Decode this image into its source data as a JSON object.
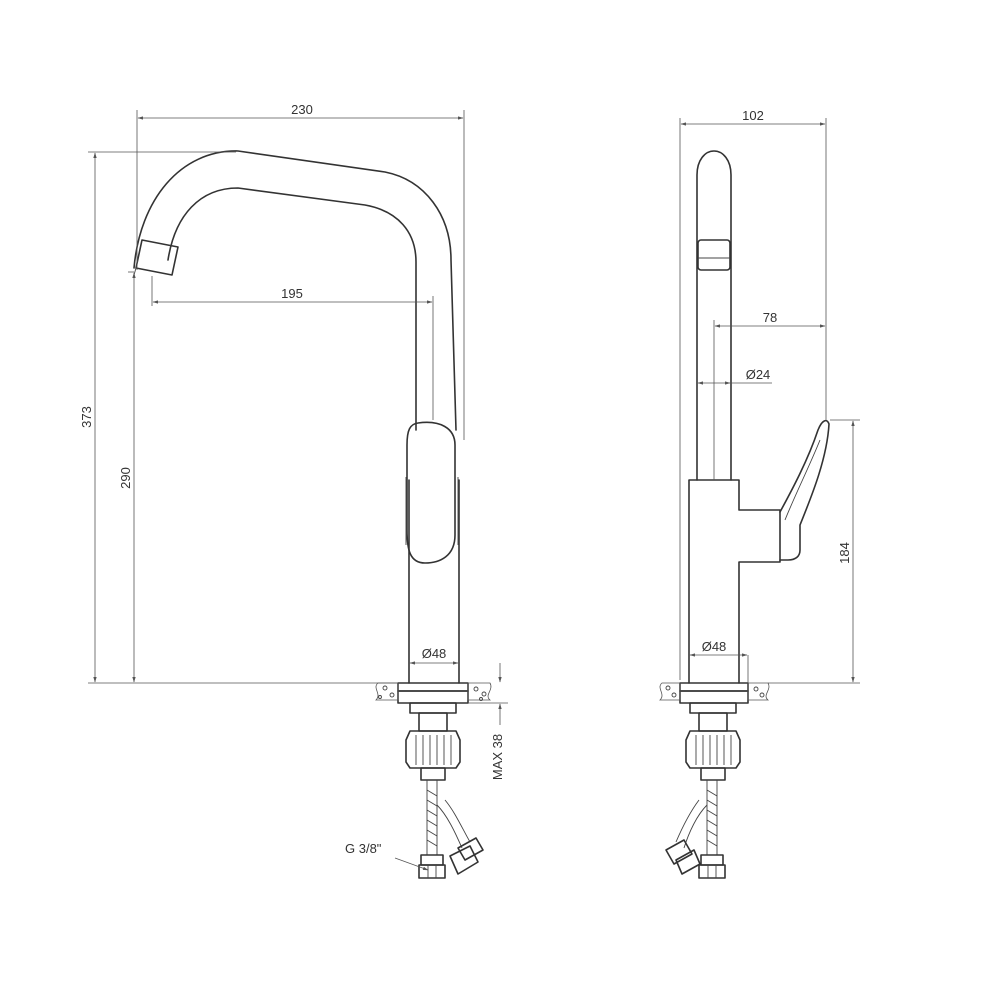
{
  "front_view": {
    "overall_width": "230",
    "overall_height": "373",
    "spout_reach": "195",
    "spout_height": "290",
    "base_diameter": "Ø48",
    "max_thickness": "MAX 38",
    "connection_thread": "G 3/8\""
  },
  "side_view": {
    "overall_depth": "102",
    "lever_offset": "78",
    "spout_diameter": "Ø24",
    "lever_height": "184",
    "base_diameter": "Ø48"
  }
}
